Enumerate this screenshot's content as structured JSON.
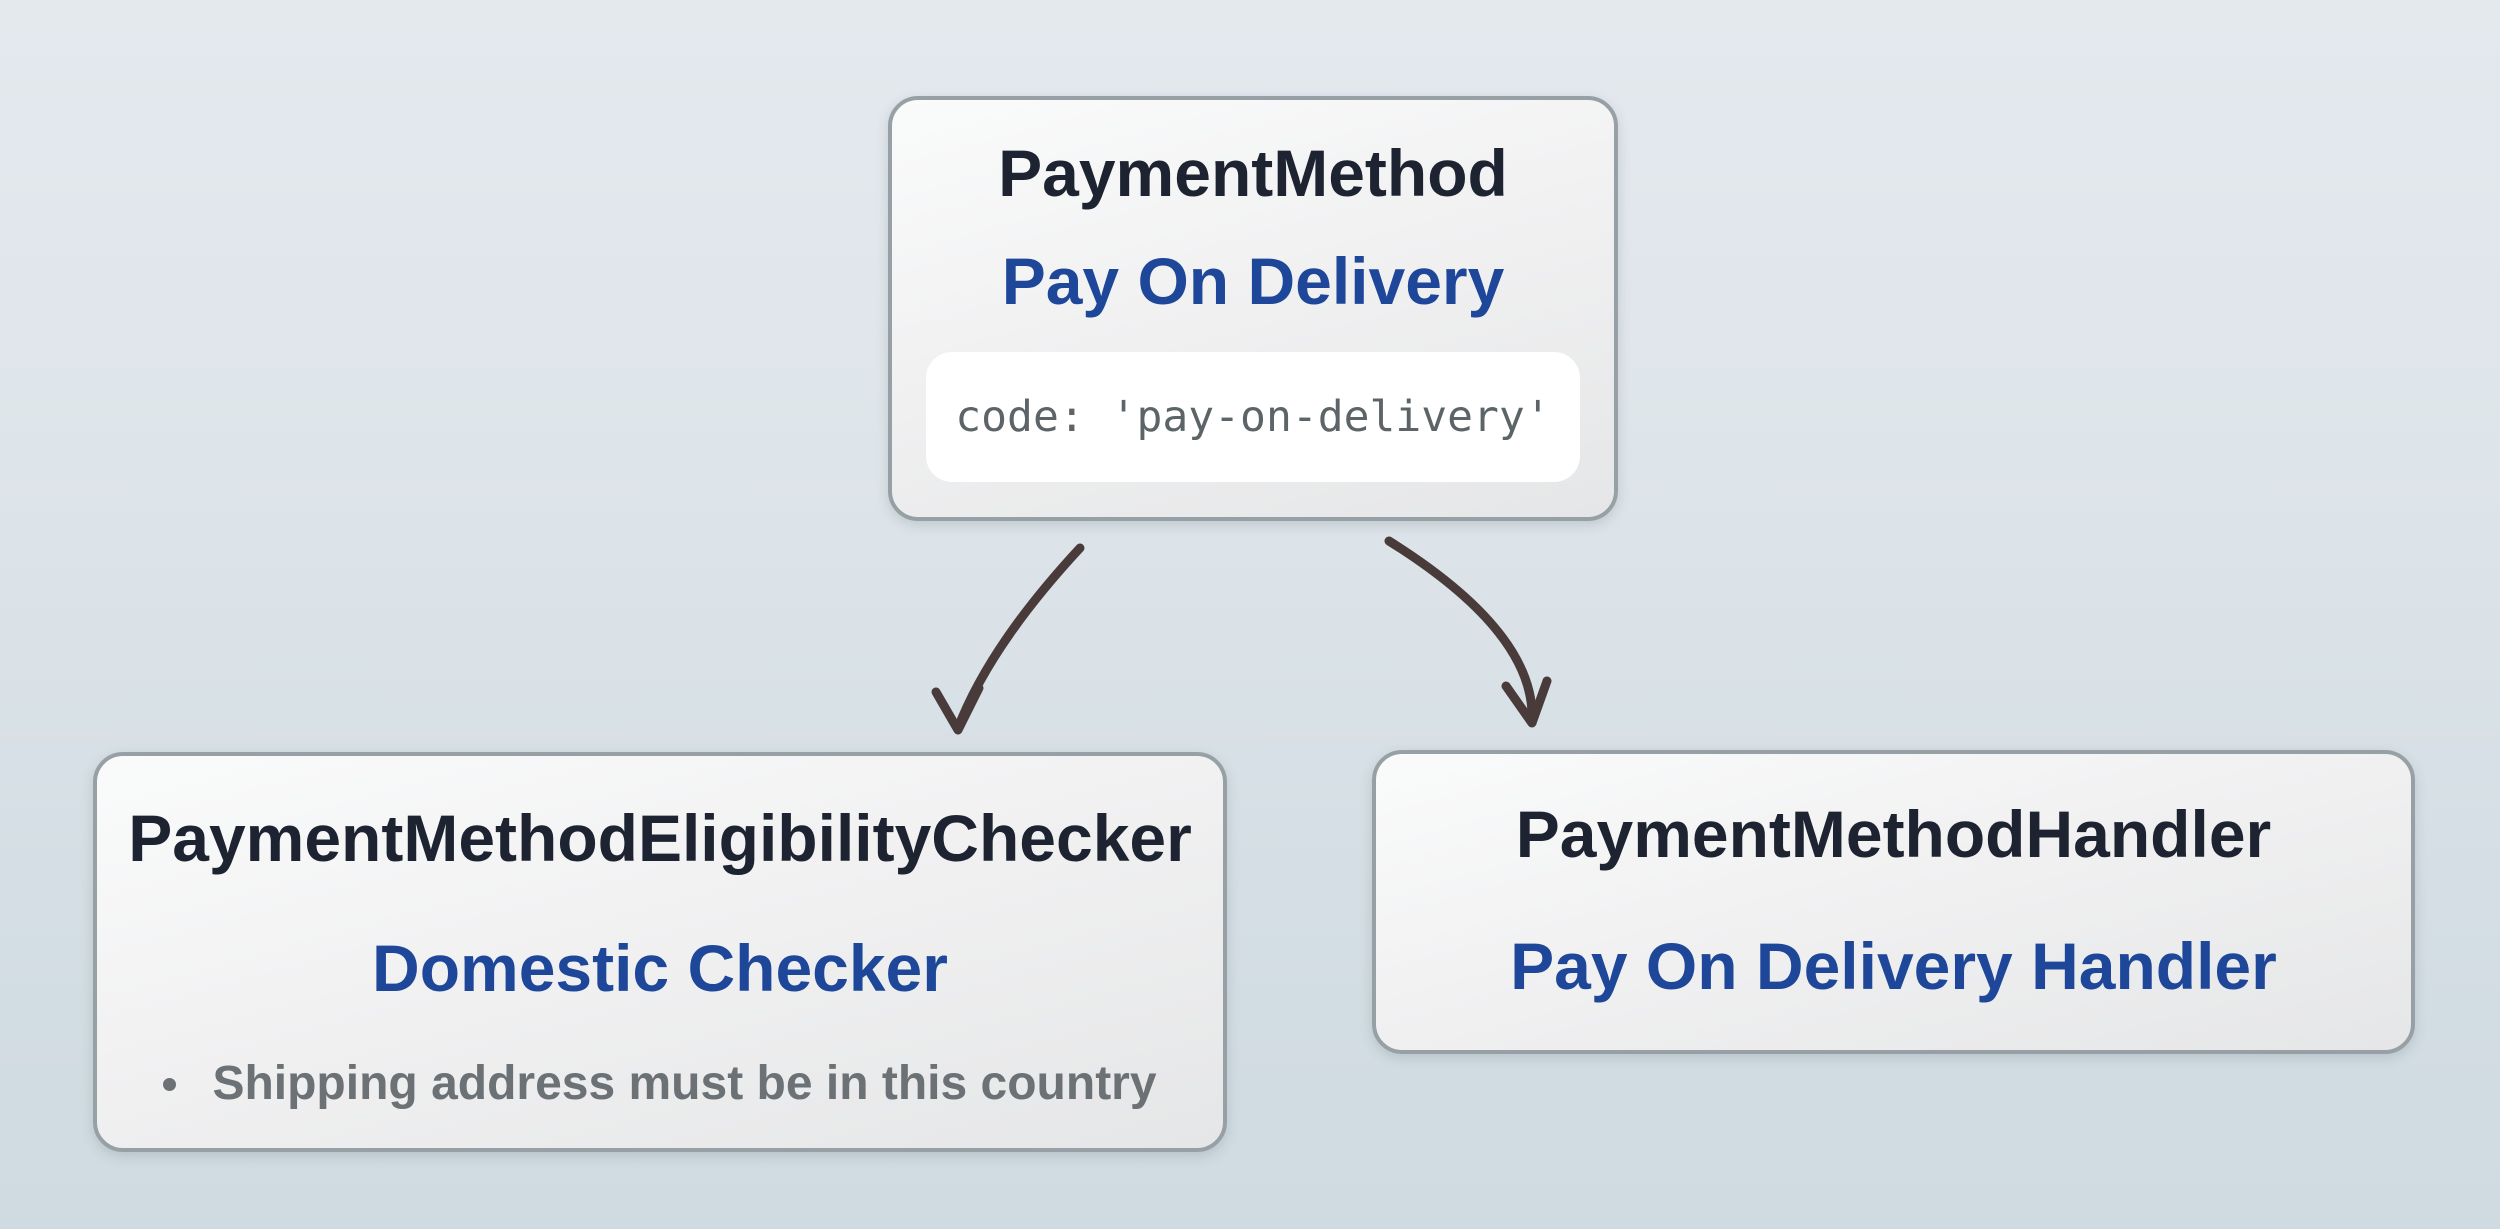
{
  "diagram": {
    "title": "Payment method composition diagram",
    "nodes": [
      {
        "id": "payment-method",
        "title": "PaymentMethod",
        "subtitle": "Pay On Delivery",
        "code": "code: 'pay-on-delivery'"
      },
      {
        "id": "payment-method-eligibility-checker",
        "title": "PaymentMethodEligibilityChecker",
        "subtitle": "Domestic Checker",
        "bullets": [
          "Shipping address must be in this country"
        ]
      },
      {
        "id": "payment-method-handler",
        "title": "PaymentMethodHandler",
        "subtitle": "Pay On Delivery Handler"
      }
    ],
    "edges": [
      {
        "from": "payment-method",
        "to": "payment-method-eligibility-checker"
      },
      {
        "from": "payment-method",
        "to": "payment-method-handler"
      }
    ]
  },
  "colors": {
    "title": "#1d2330",
    "accent_blue": "#1e4799",
    "muted_gray": "#6b7175",
    "code_gray": "#5d6467",
    "arrow": "#4a3b3b",
    "node_border": "#97a1a5",
    "node_fill_top": "#fafbfb",
    "node_fill_bottom": "#e5e6e7",
    "background_top": "#e4e9ee",
    "background_bottom": "#cfdae1"
  }
}
